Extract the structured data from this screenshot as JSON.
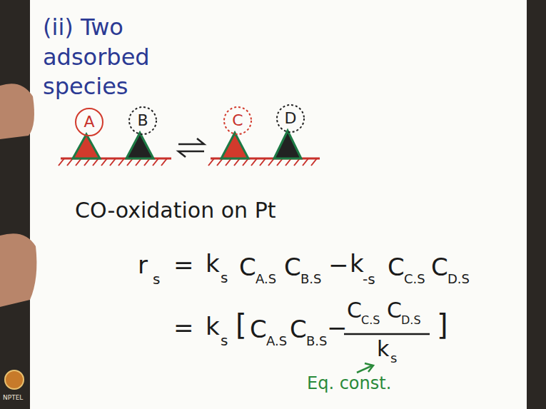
{
  "diagram": {
    "title": "(ii) Two adsorbed species",
    "nodes": [
      {
        "text": [
          "A"
        ]
      },
      {
        "text": [
          "B"
        ]
      },
      {
        "text": [
          "C"
        ]
      },
      {
        "text": [
          "D"
        ]
      }
    ],
    "labels": [
      "CO-oxidation on Pt",
      "r",
      "s",
      "=",
      "k",
      "s",
      "C",
      "A.S",
      "C",
      "B.S",
      "−",
      "k",
      "-s",
      "C",
      "C.S",
      "C",
      "D.S",
      "=",
      "k",
      "s",
      "[",
      "C",
      "A.S",
      "C",
      "B.S",
      "−",
      "C",
      "C.S",
      "C",
      "D.S",
      "k",
      "s",
      "]",
      "Eq. const.",
      "NPTEL"
    ]
  }
}
